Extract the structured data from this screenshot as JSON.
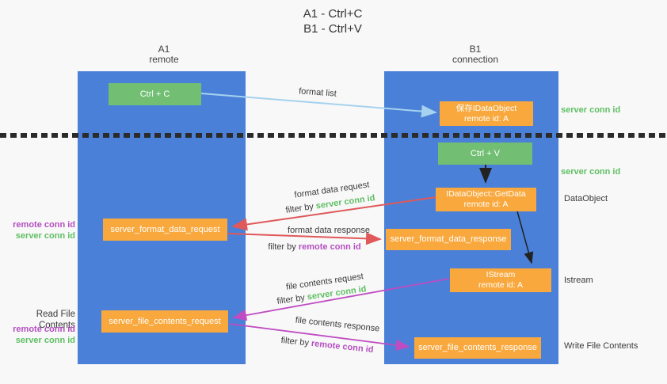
{
  "title": {
    "line1": "A1 - Ctrl+C",
    "line2": "B1 - Ctrl+V"
  },
  "lanes": {
    "left": {
      "name": "A1",
      "role": "remote"
    },
    "right": {
      "name": "B1",
      "role": "connection"
    }
  },
  "boxes": {
    "ctrl_c": {
      "label": "Ctrl + C"
    },
    "ctrl_v": {
      "label": "Ctrl + V"
    },
    "save_dataobject": {
      "line1": "保存IDataObject",
      "line2": "remote id: A"
    },
    "getdata": {
      "line1": "IDataObject::GetData",
      "line2": "remote id: A"
    },
    "istream": {
      "line1": "IStream",
      "line2": "remote id: A"
    },
    "server_format_data_request": {
      "label": "server_format_data_request"
    },
    "server_format_data_response": {
      "label": "server_format_data_response"
    },
    "server_file_contents_request": {
      "label": "server_file_contents_request"
    },
    "server_file_contents_response": {
      "label": "server_file_contents_response"
    }
  },
  "arrow_labels": {
    "format_list": "format list",
    "format_data_request": "format data request",
    "format_data_response": "format data response",
    "file_contents_request": "file contents request",
    "file_contents_response": "file contents response",
    "filter_by": "filter by",
    "server_conn_id": "server conn id",
    "remote_conn_id": "remote conn id"
  },
  "side_labels": {
    "server_conn_id": "server conn id",
    "remote_conn_id": "remote conn id",
    "dataobject": "DataObject",
    "istream": "Istream",
    "read_file_contents": "Read File Contents",
    "write_file_contents": "Write File Contents"
  },
  "colors": {
    "lane_blue": "#4a80d8",
    "box_green": "#72bf74",
    "box_orange": "#f8a83d",
    "arrow_light_blue": "#a5d2ee",
    "arrow_red": "#e0585a",
    "arrow_magenta": "#bf4cc2",
    "arrow_black": "#222222",
    "text_green": "#5fbf63",
    "text_purple": "#b44fc0",
    "background": "#f8f8f8"
  }
}
